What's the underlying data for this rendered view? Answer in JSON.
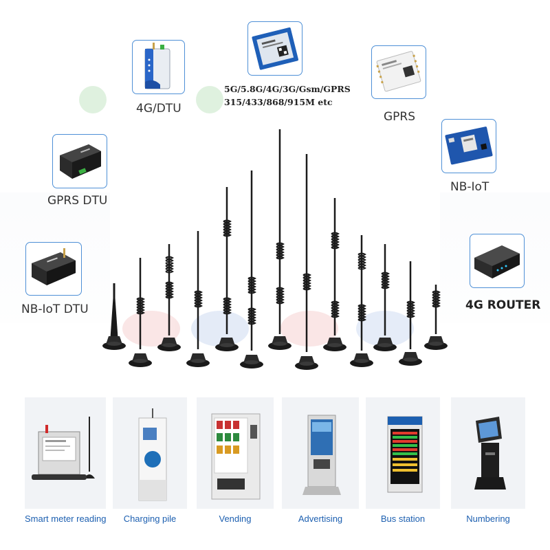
{
  "modules": {
    "dtu_4g": "4G/DTU",
    "frequencies_line1": "5G/5.8G/4G/3G/Gsm/GPRS",
    "frequencies_line2": "315/433/868/915M etc",
    "gprs": "GPRS",
    "gprs_dtu": "GPRS DTU",
    "nbiot": "NB-IoT",
    "nbiot_dtu": "NB-IoT DTU",
    "router_4g": "4G ROUTER"
  },
  "applications": [
    {
      "label": "Smart meter reading"
    },
    {
      "label": "Charging pile"
    },
    {
      "label": "Vending"
    },
    {
      "label": "Advertising"
    },
    {
      "label": "Bus station"
    },
    {
      "label": "Numbering"
    }
  ],
  "colors": {
    "card_border": "#4d8fd6",
    "app_label": "#1c5fb0",
    "antenna": "#1a1a1a"
  }
}
